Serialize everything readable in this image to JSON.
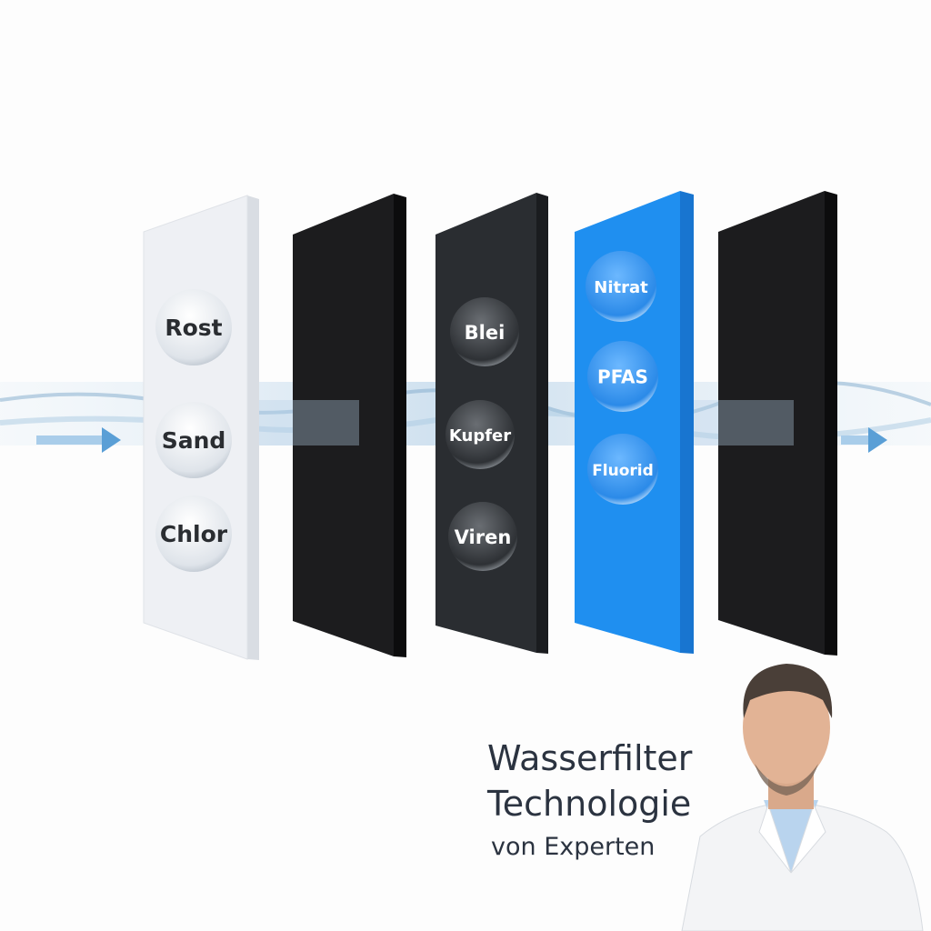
{
  "filter_layers": [
    {
      "name": "sediment",
      "color": "#eef0f4",
      "contaminants": [
        "Rost",
        "Sand",
        "Chlor"
      ]
    },
    {
      "name": "carbon-1",
      "color": "#1c1c1e",
      "contaminants": []
    },
    {
      "name": "carbon-block",
      "color": "#2a2d31",
      "contaminants": [
        "Blei",
        "Kupfer",
        "Viren"
      ]
    },
    {
      "name": "ion-exchange",
      "color": "#1f8ff0",
      "contaminants": [
        "Nitrat",
        "PFAS",
        "Fluorid"
      ]
    },
    {
      "name": "carbon-2",
      "color": "#1c1c1e",
      "contaminants": []
    }
  ],
  "headline": {
    "line1": "Wasserfilter",
    "line2": "Technologie",
    "line3": "von Experten"
  },
  "colors": {
    "water": "#9cc6e6",
    "arrow": "#5a9fd6",
    "text": "#2b3340"
  }
}
